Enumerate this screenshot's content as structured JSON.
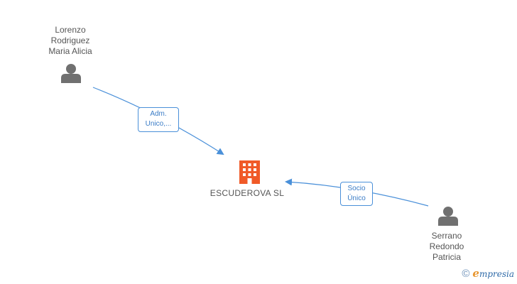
{
  "nodes": {
    "person_top": {
      "name_lines": [
        "Lorenzo",
        "Rodriguez",
        "Maria Alicia"
      ],
      "icon": "person-icon"
    },
    "person_bottom": {
      "name_lines": [
        "Serrano",
        "Redondo",
        "Patricia"
      ],
      "icon": "person-icon"
    },
    "company": {
      "name": "ESCUDEROVA SL",
      "icon": "building-icon"
    }
  },
  "edges": {
    "top_to_company": {
      "label_lines": [
        "Adm.",
        "Unico,..."
      ]
    },
    "bottom_to_company": {
      "label_lines": [
        "Socio",
        "Único"
      ]
    }
  },
  "colors": {
    "edge": "#4a90d9",
    "person_icon": "#707070",
    "company_icon": "#f05a28",
    "label_text": "#3a7cc6"
  },
  "brand": {
    "copyright_symbol": "©",
    "name_initial": "e",
    "name_rest": "mpresia"
  }
}
